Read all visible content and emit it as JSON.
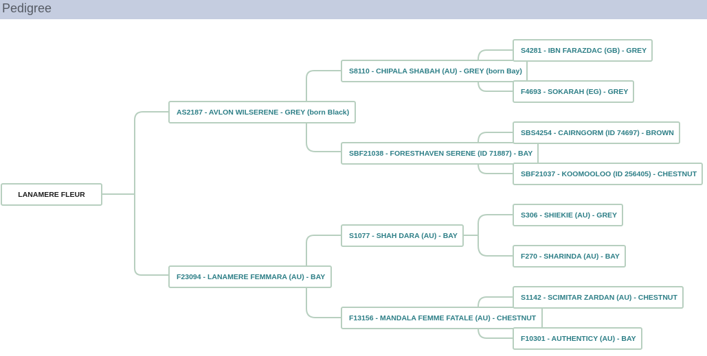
{
  "header": {
    "title": "Pedigree"
  },
  "pedigree": {
    "subject": "LANAMERE FLEUR",
    "sire": "AS2187 - AVLON WILSERENE - GREY (born Black)",
    "dam": "F23094 - LANAMERE FEMMARA (AU) - BAY",
    "sire_sire": "S8110 - CHIPALA SHABAH (AU) - GREY (born Bay)",
    "sire_dam": "SBF21038 - FORESTHAVEN SERENE (ID 71887) - BAY",
    "dam_sire": "S1077 - SHAH DARA (AU) - BAY",
    "dam_dam": "F13156 - MANDALA FEMME FATALE (AU) - CHESTNUT",
    "sire_sire_sire": "S4281 - IBN FARAZDAC (GB) - GREY",
    "sire_sire_dam": "F4693 - SOKARAH (EG) - GREY",
    "sire_dam_sire": "SBS4254 - CAIRNGORM (ID 74697) - BROWN",
    "sire_dam_dam": "SBF21037 - KOOMOOLOO (ID 256405) - CHESTNUT",
    "dam_sire_sire": "S306 - SHIEKIE (AU) - GREY",
    "dam_sire_dam": "F270 - SHARINDA (AU) - BAY",
    "dam_dam_sire": "S1142 - SCIMITAR ZARDAN (AU) - CHESTNUT",
    "dam_dam_dam": "F10301 - AUTHENTICY (AU) - BAY"
  },
  "colors": {
    "header_bg": "#c5cde0",
    "connector": "#b7cfbf",
    "link_text": "#2e7f87"
  }
}
